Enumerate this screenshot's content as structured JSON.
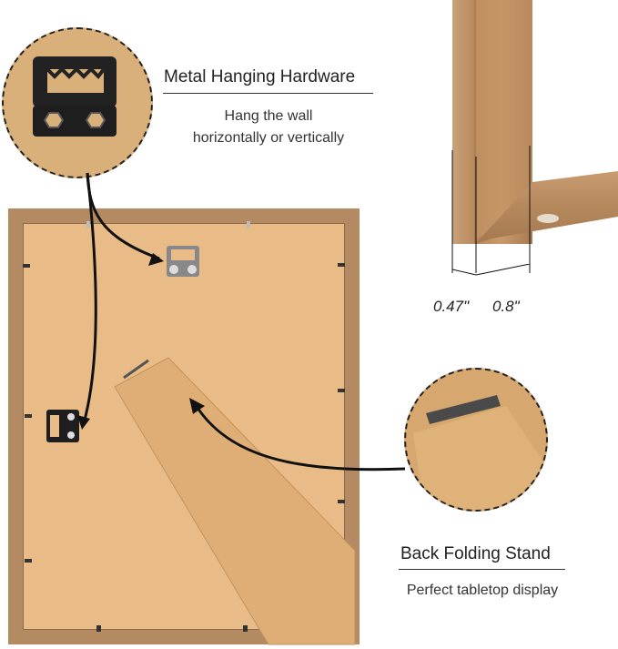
{
  "callouts": {
    "hardware": {
      "title": "Metal Hanging Hardware",
      "subtitle_line1": "Hang the wall",
      "subtitle_line2": "horizontally or vertically"
    },
    "stand": {
      "title": "Back Folding Stand",
      "subtitle": "Perfect tabletop display"
    }
  },
  "dimensions": {
    "depth": "0.47\"",
    "width": "0.8\""
  },
  "colors": {
    "frame_wood": "#b98a5e",
    "backing_board": "#e6b985",
    "stand_board": "#dfae78",
    "hardware_metal": "#2a2a2a",
    "text": "#222222"
  },
  "icons": {
    "hardware": "sawtooth-hanger-icon",
    "stand": "folding-stand-icon",
    "arrow": "curved-arrow-icon"
  }
}
